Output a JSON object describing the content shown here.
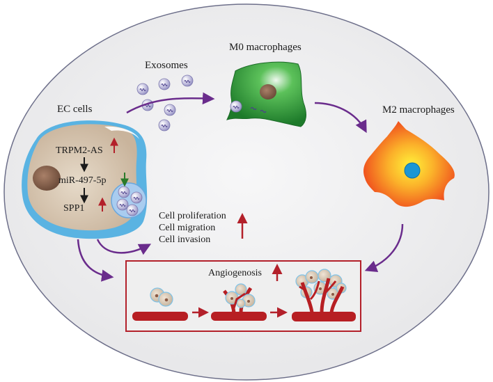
{
  "labels": {
    "ec_cells": "EC cells",
    "exosomes": "Exosomes",
    "m0": "M0 macrophages",
    "m2": "M2 macrophages",
    "trpm2": "TRPM2-AS",
    "mir": "miR-497-5p",
    "spp1": "SPP1",
    "prolif": "Cell proliferation",
    "migration": "Cell migration",
    "invasion": "Cell invasion",
    "angio": "Angiogenosis"
  },
  "colors": {
    "background_ellipse": "#eeeeef",
    "ec_cell_body": "#d6c6b4",
    "ec_cell_rim": "#58b1e0",
    "nucleus_brown": "#8a6550",
    "m0_green": "#2e9a3a",
    "m2_orange": "#f36a1f",
    "m2_nucleus": "#1c96d3",
    "pathway_arrow": "#6a2c8c",
    "up_arrow": "#b3202a",
    "down_arrow": "#2a7a2a",
    "vessel_red": "#b71f23",
    "box_border": "#b3202a"
  }
}
